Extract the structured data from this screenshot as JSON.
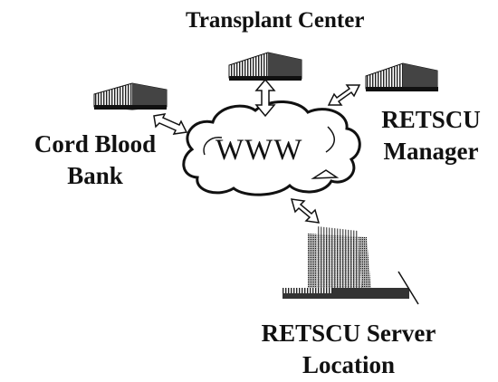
{
  "nodes": {
    "transplant_center": {
      "label": "Transplant Center"
    },
    "cord_blood_bank": {
      "label_line1": "Cord Blood",
      "label_line2": "Bank"
    },
    "retscu_manager": {
      "label_line1": "RETSCU",
      "label_line2": "Manager"
    },
    "retscu_server_location": {
      "label_line1": "RETSCU Server",
      "label_line2": "Location"
    }
  },
  "network": {
    "label": "WWW"
  },
  "colors": {
    "ink": "#111111",
    "background": "#ffffff"
  }
}
